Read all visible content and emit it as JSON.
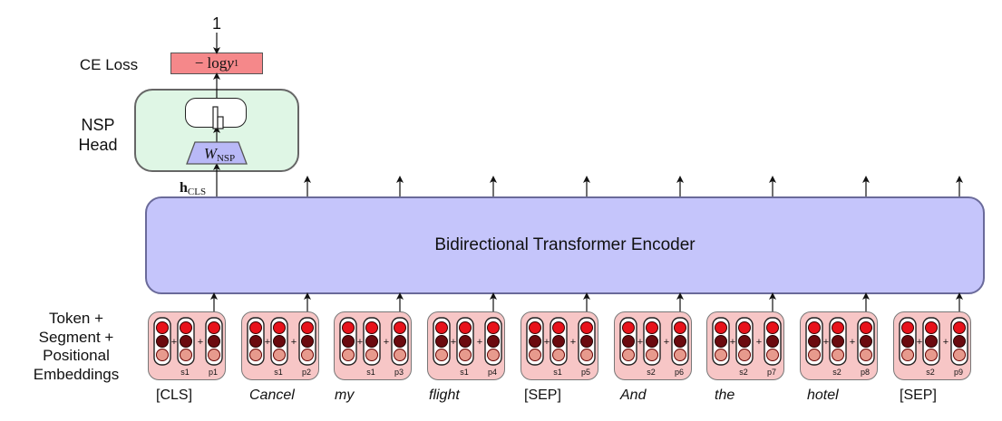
{
  "labels": {
    "ce_loss": "CE Loss",
    "nsp_head_line1": "NSP",
    "nsp_head_line2": "Head",
    "emb_line1": "Token +",
    "emb_line2": "Segment +",
    "emb_line3": "Positional",
    "emb_line4": "Embeddings"
  },
  "target": "1",
  "loss": {
    "prefix": "− log ",
    "var": "y",
    "sub": "1"
  },
  "nsp": {
    "weight_var": "W",
    "weight_sub": "NSP",
    "hidden_bold": "h",
    "hidden_sub": "CLS"
  },
  "encoder": {
    "label": "Bidirectional Transformer Encoder"
  },
  "colors": {
    "loss_fill": "#f5888a",
    "nsp_head_fill": "#dff6e5",
    "weight_fill": "#b9b9f7",
    "encoder_fill": "#c5c5fb",
    "embedding_box_fill": "#f7c6c6",
    "circle_top": "#e8121b",
    "circle_middle": "#6b0a0f",
    "circle_bottom": "#e79a8d"
  },
  "tokens": [
    {
      "text": "[CLS]",
      "italic": false,
      "segment": "s1",
      "position": "p1"
    },
    {
      "text": "Cancel",
      "italic": true,
      "segment": "s1",
      "position": "p2"
    },
    {
      "text": "my",
      "italic": true,
      "segment": "s1",
      "position": "p3"
    },
    {
      "text": "flight",
      "italic": true,
      "segment": "s1",
      "position": "p4"
    },
    {
      "text": "[SEP]",
      "italic": false,
      "segment": "s1",
      "position": "p5"
    },
    {
      "text": "And",
      "italic": true,
      "segment": "s2",
      "position": "p6"
    },
    {
      "text": "the",
      "italic": true,
      "segment": "s2",
      "position": "p7"
    },
    {
      "text": "hotel",
      "italic": true,
      "segment": "s2",
      "position": "p8"
    },
    {
      "text": "[SEP]",
      "italic": false,
      "segment": "s2",
      "position": "p9"
    }
  ]
}
